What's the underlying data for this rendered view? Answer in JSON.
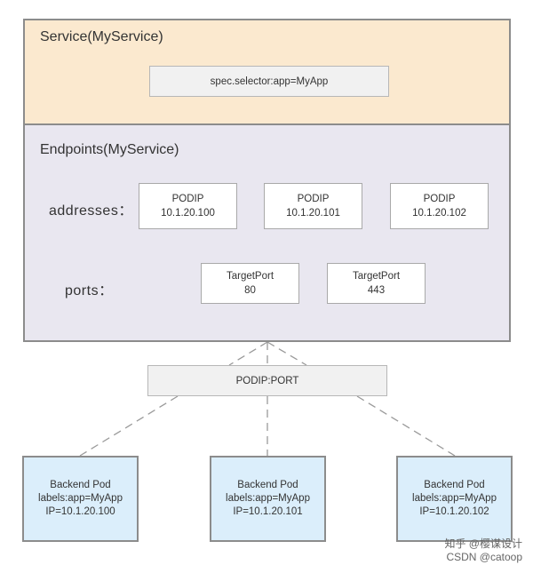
{
  "service": {
    "title": "Service(MyService)",
    "selector": "spec.selector:app=MyApp"
  },
  "endpoints": {
    "title": "Endpoints(MyService)",
    "addresses_label": "addresses：",
    "ports_label": "ports：",
    "addresses": [
      {
        "label": "PODIP",
        "value": "10.1.20.100"
      },
      {
        "label": "PODIP",
        "value": "10.1.20.101"
      },
      {
        "label": "PODIP",
        "value": "10.1.20.102"
      }
    ],
    "ports": [
      {
        "label": "TargetPort",
        "value": "80"
      },
      {
        "label": "TargetPort",
        "value": "443"
      }
    ]
  },
  "podip_port": "PODIP:PORT",
  "pods": [
    {
      "name": "Backend Pod",
      "labels": "labels:app=MyApp",
      "ip": "IP=10.1.20.100"
    },
    {
      "name": "Backend Pod",
      "labels": "labels:app=MyApp",
      "ip": "IP=10.1.20.101"
    },
    {
      "name": "Backend Pod",
      "labels": "labels:app=MyApp",
      "ip": "IP=10.1.20.102"
    }
  ],
  "watermark": {
    "line1": "知乎 @樱谋设计",
    "line2": "CSDN @catoop"
  },
  "colors": {
    "service_bg": "#fbe9cf",
    "endpoints_bg": "#e9e7f0",
    "pod_bg": "#dbeefb",
    "border": "#8c8c8c"
  }
}
